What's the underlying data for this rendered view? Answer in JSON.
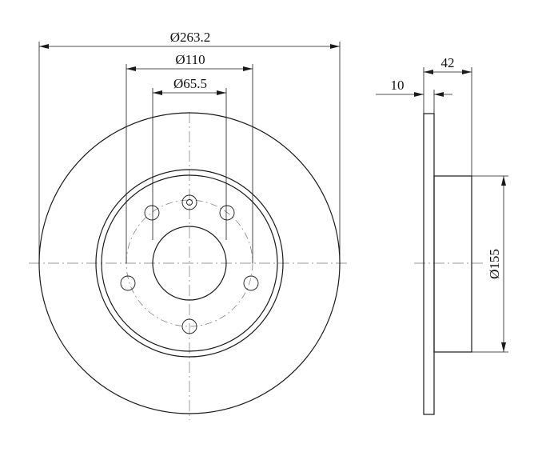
{
  "front_view": {
    "outer_diameter_label": "Ø263.2",
    "bolt_circle_label": "Ø110",
    "center_bore_label": "Ø65.5"
  },
  "side_view": {
    "total_height_label": "42",
    "disc_thickness_label": "10",
    "hat_diameter_label": "Ø155"
  }
}
